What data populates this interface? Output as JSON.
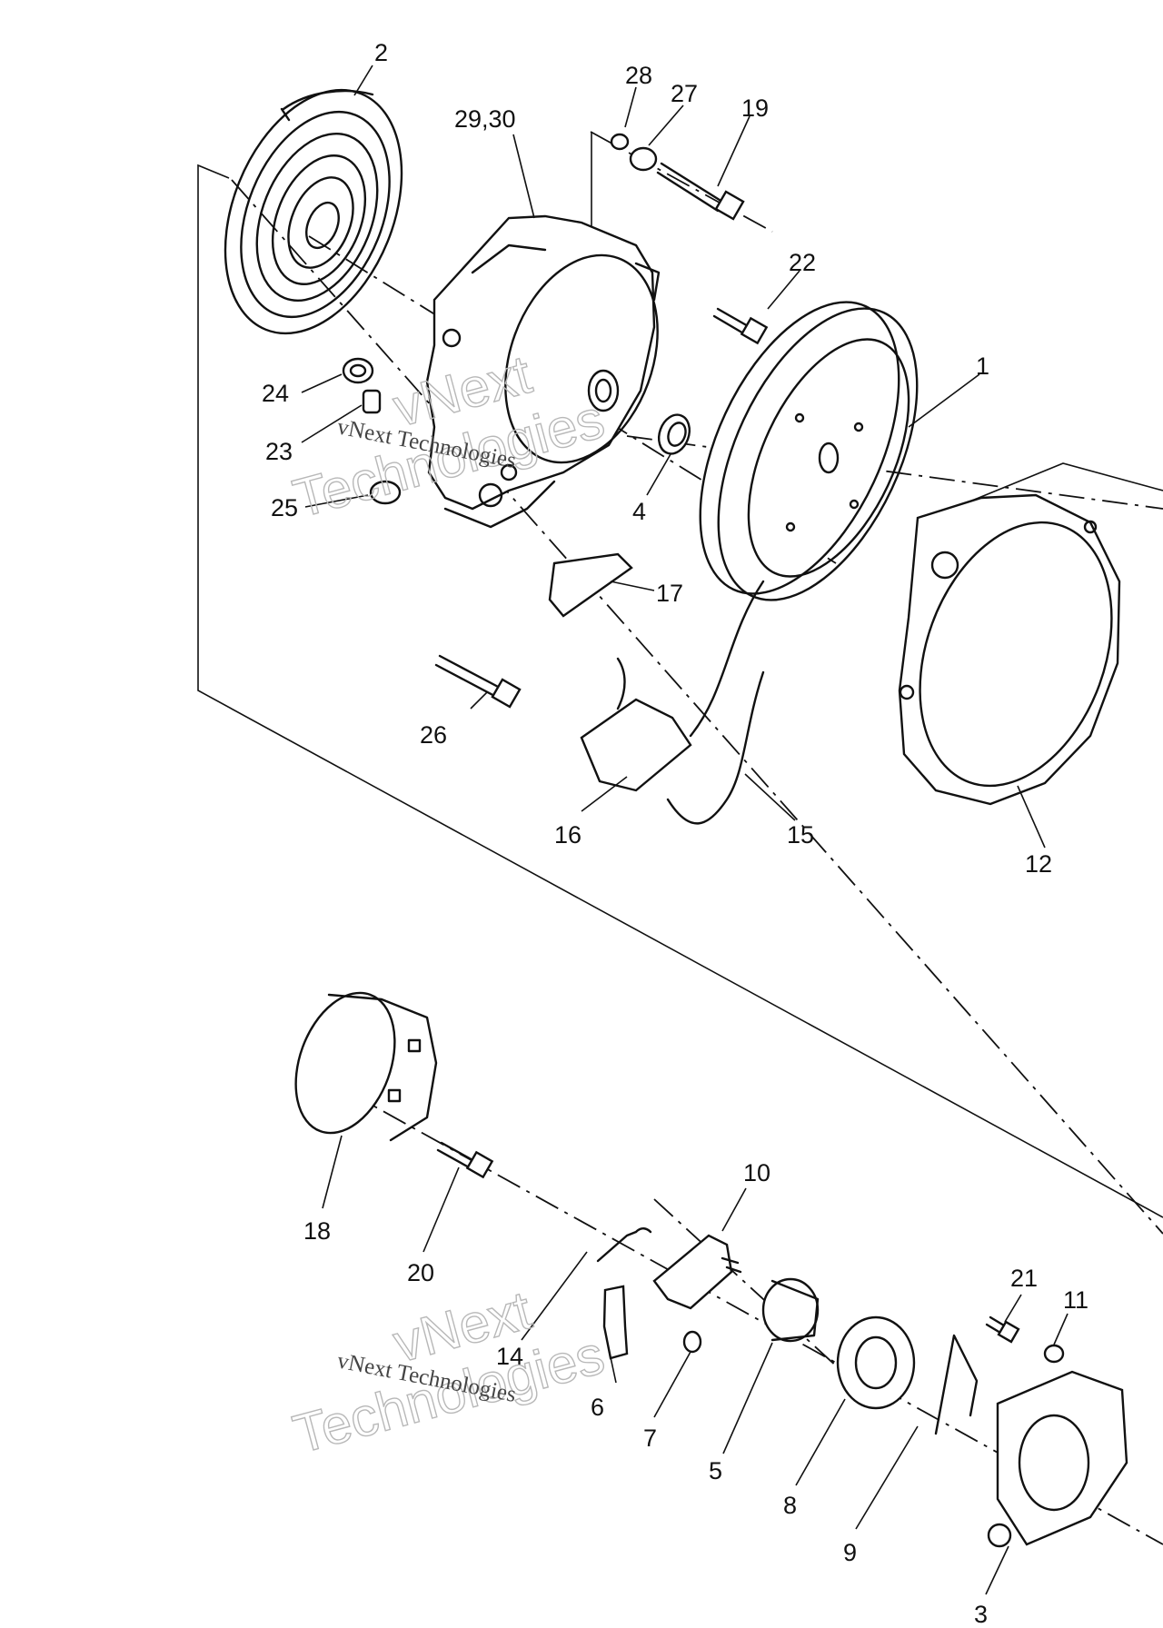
{
  "callouts": {
    "c1": "1",
    "c2": "2",
    "c3": "3",
    "c4": "4",
    "c5": "5",
    "c6": "6",
    "c7": "7",
    "c8": "8",
    "c9": "9",
    "c10": "10",
    "c11": "11",
    "c12": "12",
    "c14": "14",
    "c15": "15",
    "c16": "16",
    "c17": "17",
    "c18": "18",
    "c19": "19",
    "c20": "20",
    "c21": "21",
    "c22": "22",
    "c23": "23",
    "c24": "24",
    "c25": "25",
    "c26": "26",
    "c27": "27",
    "c28": "28",
    "c2930": "29,30"
  },
  "watermark": {
    "top_large": "vNext",
    "top_large2": "Technologies",
    "top_small": "vNext Technologies",
    "bottom_large": "vNext",
    "bottom_large2": "Technologies",
    "bottom_small": "vNext Technologies"
  }
}
